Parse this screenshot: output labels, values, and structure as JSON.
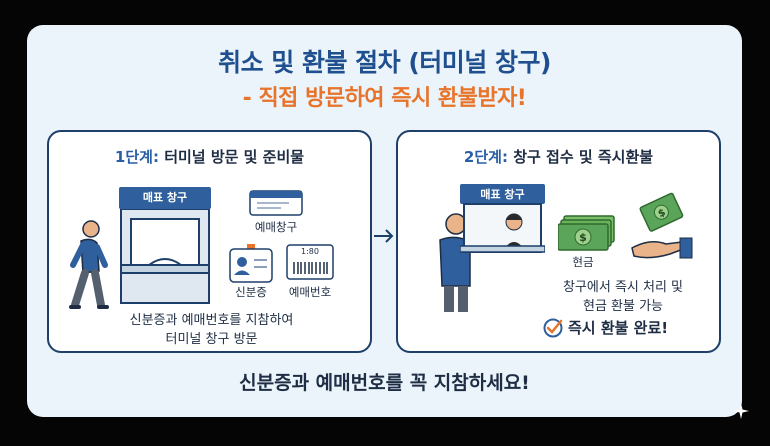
{
  "title": "취소 및 환불 절차 (터미널 창구)",
  "subtitle": "- 직접 방문하여 즉시 환불받자!",
  "step1": {
    "number": "1단계:",
    "title": "터미널 방문 및 준비물",
    "booth_sign": "매표 창구",
    "items": [
      {
        "label": "예매창구",
        "icon": "ticket-icon"
      },
      {
        "label": "신분증",
        "icon": "id-card-icon"
      },
      {
        "label": "예매번호",
        "icon": "barcode-ticket-icon",
        "code": "1:80"
      }
    ],
    "caption_line1": "신분증과 예매번호를 지참하여",
    "caption_line2": "터미널 창구 방문"
  },
  "step2": {
    "number": "2단계:",
    "title": "창구 접수 및 즉시환불",
    "booth_sign": "매표 창구",
    "cash_label": "현금",
    "caption_line1": "창구에서 즉시 처리 및",
    "caption_line2": "현금 환불 가능",
    "done_label": "즉시 환불 완료!"
  },
  "bottom_note": "신분증과 예매번호를 꼭 지참하세요!",
  "colors": {
    "title": "#1f4f8e",
    "subtitle": "#e8742b",
    "card_bg": "#eaf4fa",
    "outline": "#1e3f6a",
    "booth_blue": "#2f5f9c",
    "money_green": "#5aa55a"
  }
}
